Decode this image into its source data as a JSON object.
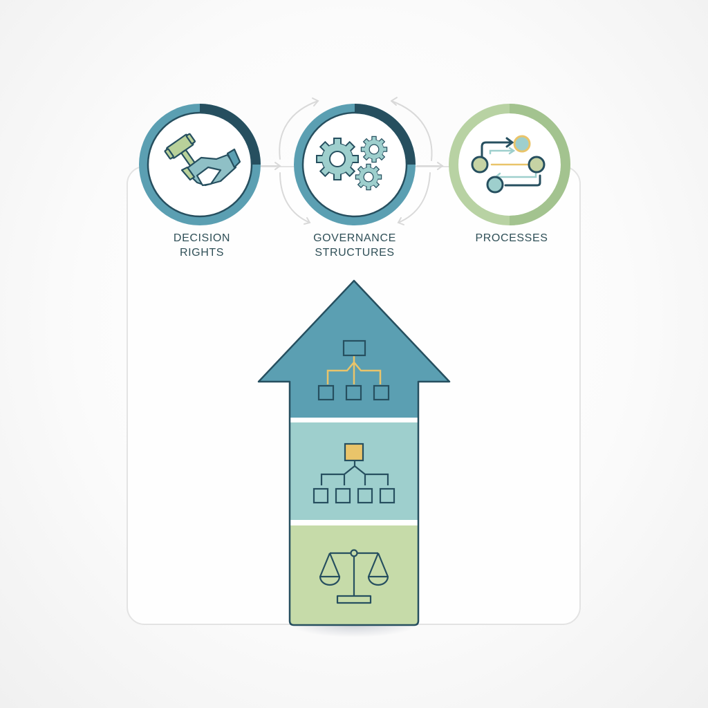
{
  "diagram": {
    "title": "",
    "colors": {
      "teal_dark": "#264f5f",
      "teal": "#5b9fb2",
      "teal_light": "#9ecfcd",
      "green_light": "#c6dba9",
      "green_ring": "#a9c797",
      "gold": "#e9c46a",
      "frame": "#e3e3e3"
    },
    "pillars": [
      {
        "id": "decision-rights",
        "label_line1": "DECISION",
        "label_line2": "RIGHTS",
        "icon": "gavel-handshake-icon"
      },
      {
        "id": "governance-structures",
        "label_line1": "GOVERNANCE",
        "label_line2": "STRUCTURES",
        "icon": "gears-icon"
      },
      {
        "id": "processes",
        "label_line1": "PROCESSES",
        "label_line2": "",
        "icon": "process-flow-icon"
      }
    ],
    "arrow": {
      "direction": "up",
      "segments": [
        {
          "id": "top",
          "icon": "org-chart-icon",
          "color": "#5b9fb2"
        },
        {
          "id": "middle",
          "icon": "hierarchy-icon",
          "color": "#9ecfcd"
        },
        {
          "id": "bottom",
          "icon": "scales-of-justice-icon",
          "color": "#c6dba9"
        }
      ]
    }
  }
}
